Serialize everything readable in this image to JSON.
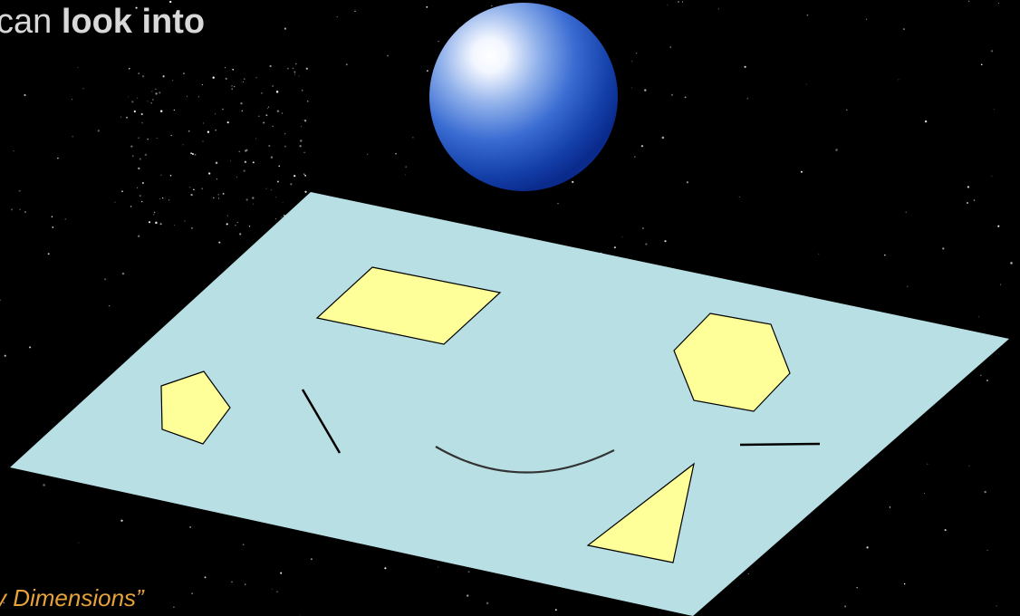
{
  "heading": {
    "prefix": "can ",
    "emphasis": "look into"
  },
  "caption": "y Dimensions”",
  "colors": {
    "background": "#000000",
    "plane_fill": "#b8e0e4",
    "shape_fill": "#ffff99",
    "heading_text": "#d8d8d8",
    "caption_text": "#e8a23a",
    "sphere_highlight": "#ffffff",
    "sphere_edge": "#0a2a8c"
  },
  "diagram": {
    "sphere": "sphere-icon",
    "plane": "flat-plane",
    "plane_shapes": [
      "rectangle",
      "hexagon",
      "pentagon",
      "line-segment",
      "arc",
      "line-segment",
      "triangle"
    ]
  }
}
